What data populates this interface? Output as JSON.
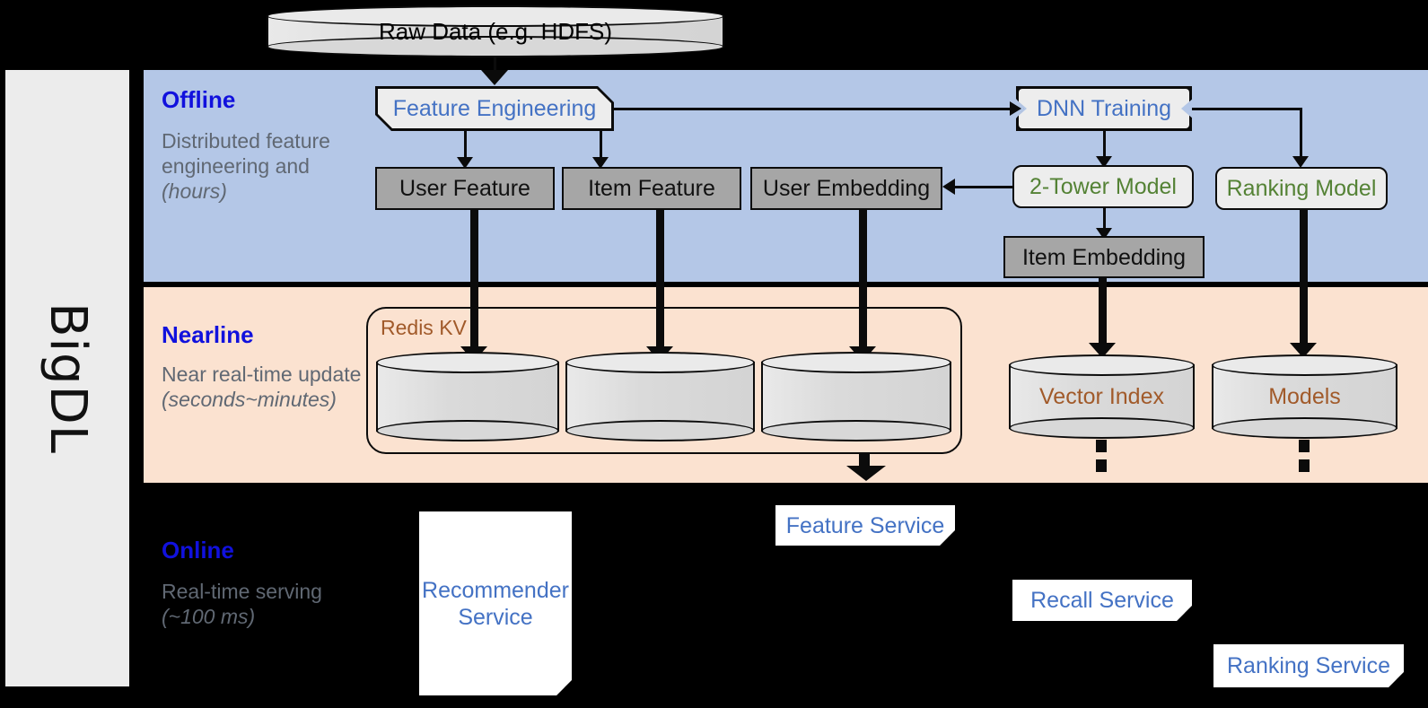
{
  "sidebar": {
    "label": "BigDL"
  },
  "bands": {
    "offline": {
      "title": "Offline",
      "subtitle": "Distributed feature engineering and ",
      "subtitle_italic": "(hours)"
    },
    "nearline": {
      "title": "Nearline",
      "subtitle": "Near real-time update ",
      "subtitle_italic": "(seconds~minutes)"
    },
    "online": {
      "title": "Online",
      "subtitle": "Real-time serving ",
      "subtitle_italic": "(~100 ms)"
    }
  },
  "nodes": {
    "raw_data": "Raw Data (e.g. HDFS)",
    "feature_engineering": "Feature Engineering",
    "dnn_training": "DNN Training",
    "user_feature": "User Feature",
    "item_feature": "Item Feature",
    "user_embedding": "User Embedding",
    "two_tower_model": "2-Tower Model",
    "ranking_model": "Ranking Model",
    "item_embedding": "Item Embedding",
    "redis_kv": "Redis KV",
    "vector_index": "Vector Index",
    "models": "Models",
    "recommender_service": "Recommender Service",
    "feature_service": "Feature Service",
    "recall_service": "Recall Service",
    "ranking_service": "Ranking Service"
  },
  "colors": {
    "offline_band": "#b4c7e7",
    "nearline_band": "#fbe2d0",
    "online_band": "#000000",
    "band_title": "#1111dd",
    "band_subtitle": "#606873",
    "blue_text": "#4472c4",
    "green_text": "#548235",
    "brown_text": "#a15a2a",
    "grey_box": "#a6a6a6",
    "light_box": "#ededed",
    "sidebar_bg": "#ececec"
  }
}
